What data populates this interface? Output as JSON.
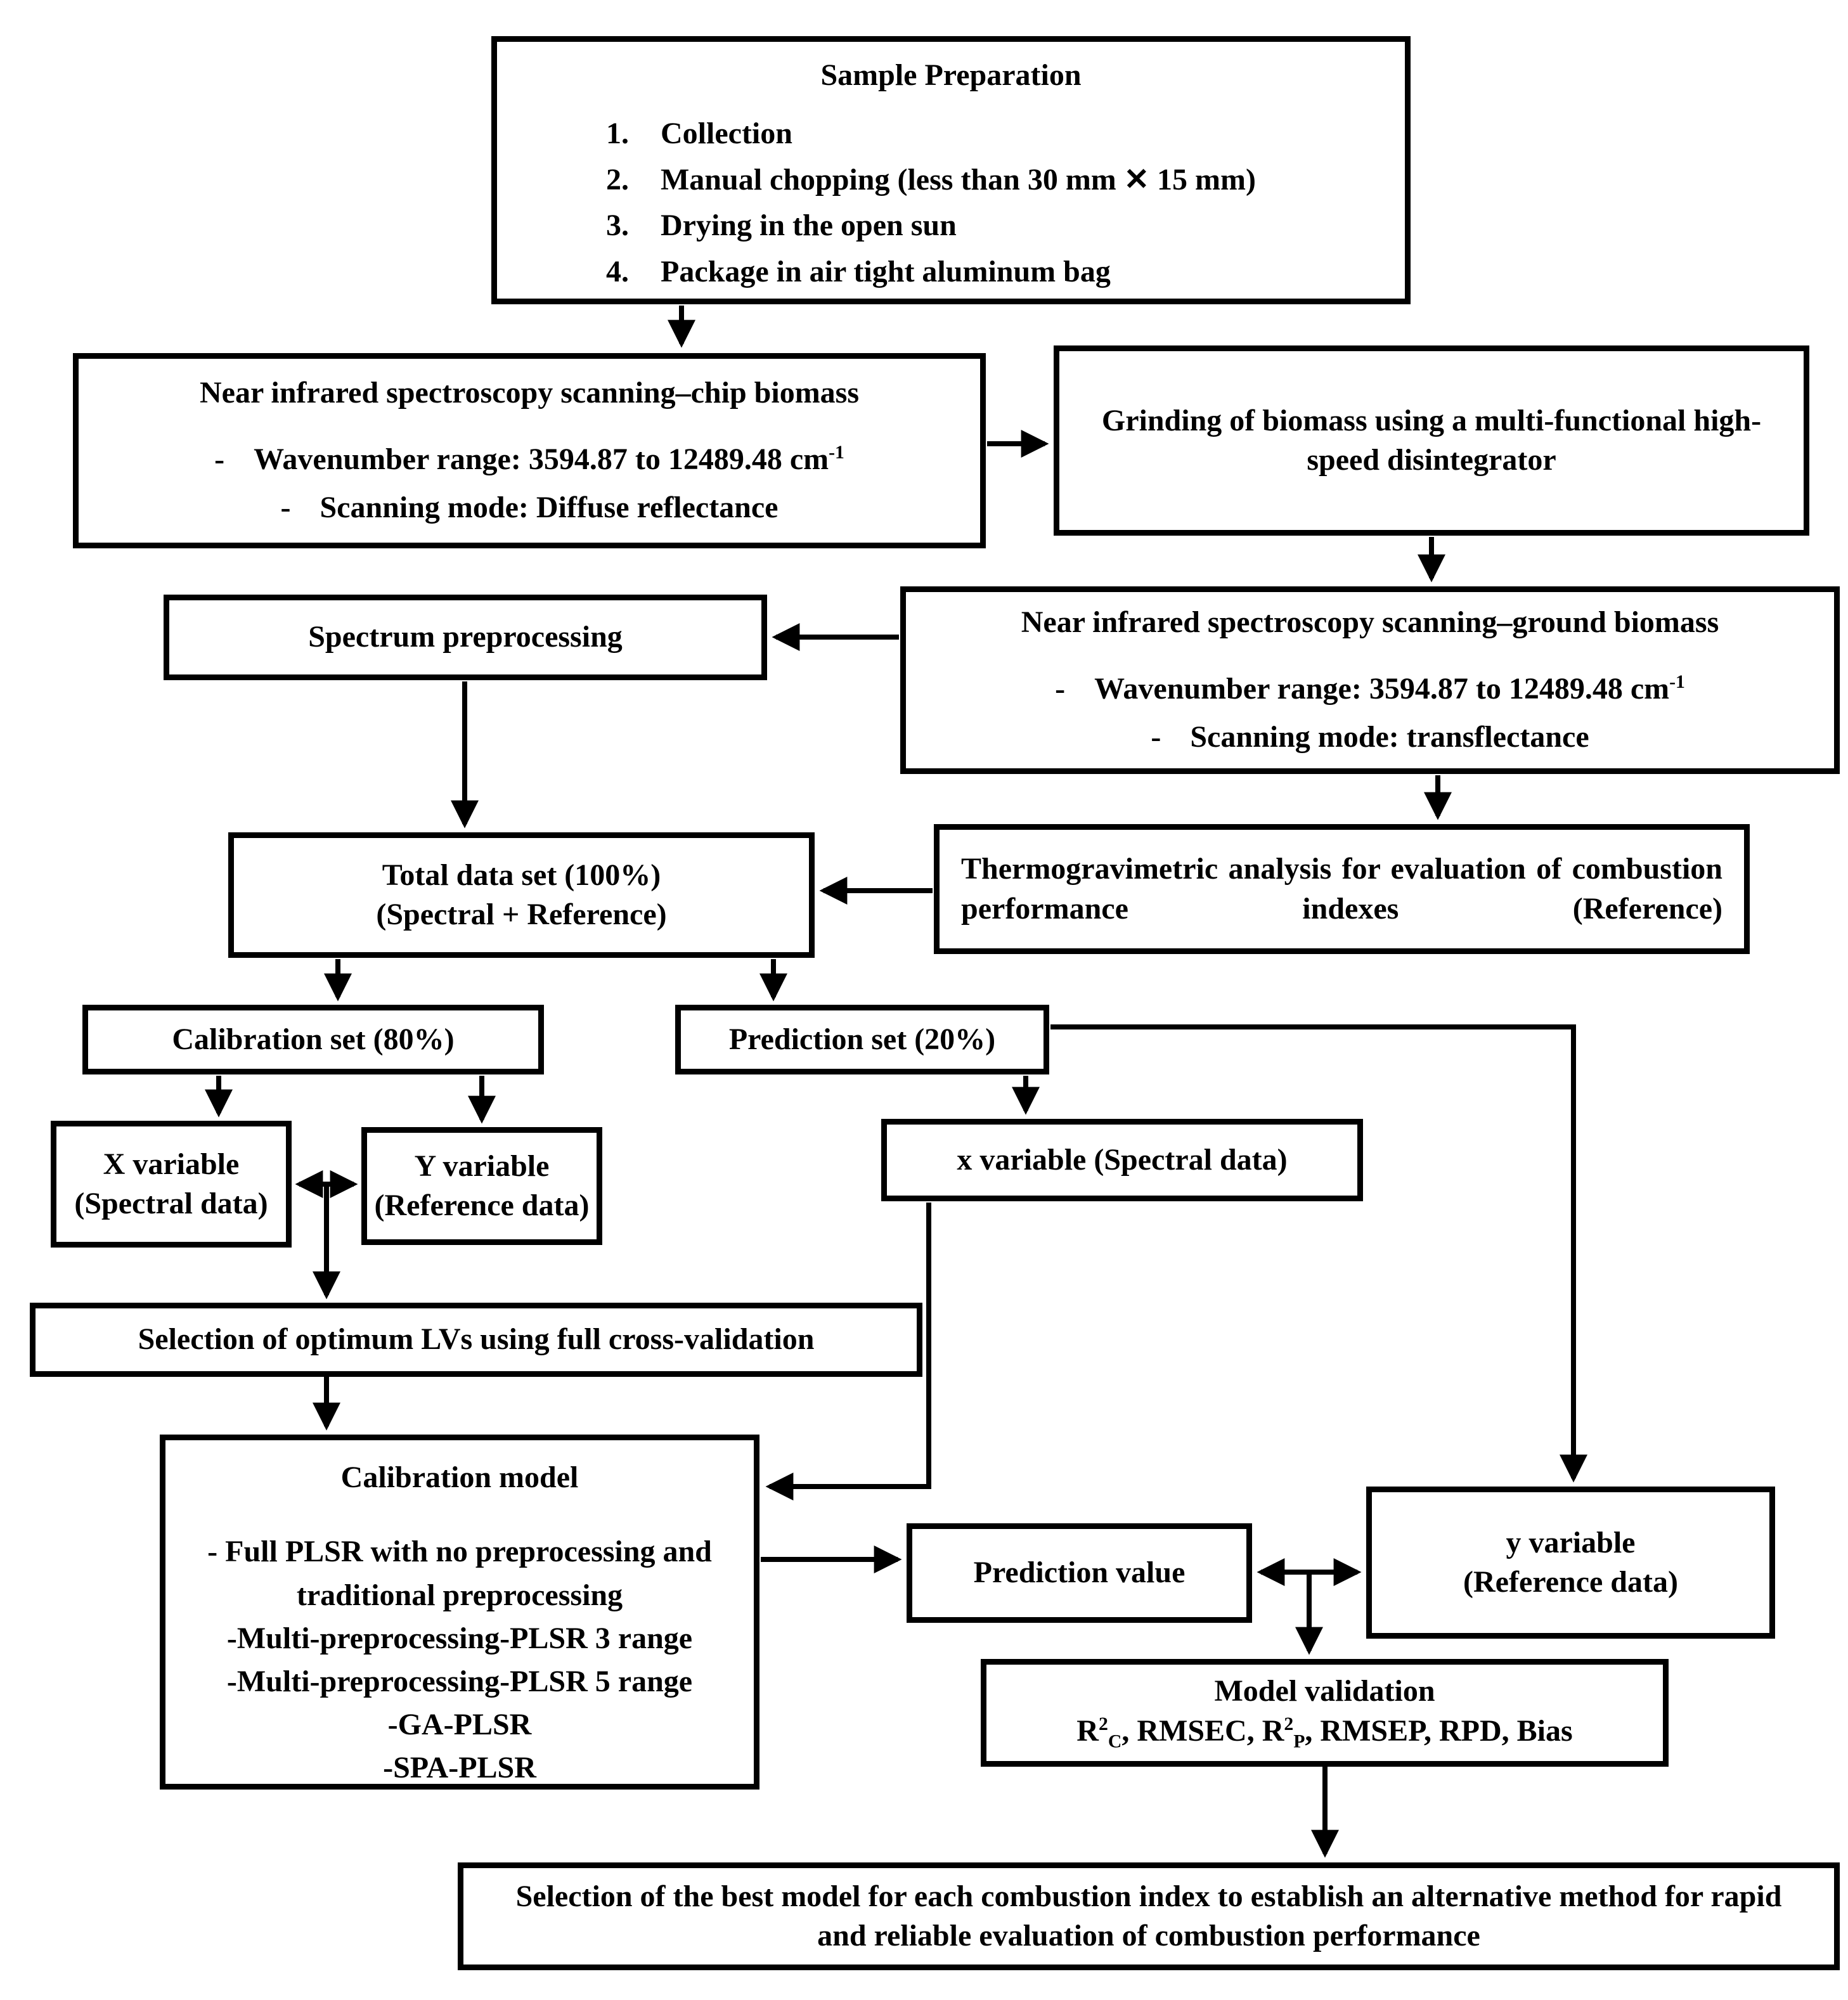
{
  "colors": {
    "ink": "#000000",
    "background": "#ffffff"
  },
  "flowchart": {
    "sample_prep": {
      "title": "Sample Preparation",
      "items": [
        {
          "num": "1.",
          "text": "Collection"
        },
        {
          "num": "2.",
          "text": "Manual chopping (less than 30 mm ✕ 15 mm)"
        },
        {
          "num": "3.",
          "text": "Drying in the open sun"
        },
        {
          "num": "4.",
          "text": "Package in air tight aluminum bag"
        }
      ]
    },
    "nir_chip": {
      "title": "Near infrared spectroscopy scanning–chip biomass",
      "bullets": [
        {
          "dash": "-",
          "text": "Wavenumber range: 3594.87 to 12489.48 cm",
          "sup": "-1"
        },
        {
          "dash": "-",
          "text": "Scanning mode: Diffuse reflectance"
        }
      ]
    },
    "grinding": {
      "text": "Grinding of biomass using a multi-functional high-speed disintegrator"
    },
    "spectrum_preprocessing": {
      "text": "Spectrum preprocessing"
    },
    "nir_ground": {
      "title": "Near infrared spectroscopy scanning–ground biomass",
      "bullets": [
        {
          "dash": "-",
          "text": "Wavenumber range: 3594.87 to 12489.48 cm",
          "sup": "-1"
        },
        {
          "dash": "-",
          "text": "Scanning mode: transflectance"
        }
      ]
    },
    "total_data": {
      "line1": "Total data set (100%)",
      "line2": "(Spectral + Reference)"
    },
    "thermo": {
      "text": "Thermogravimetric analysis for evaluation of combustion performance indexes (Reference)"
    },
    "calibration_set": {
      "text": "Calibration set (80%)"
    },
    "prediction_set": {
      "text": "Prediction set (20%)"
    },
    "x_variable": {
      "line1": "X variable",
      "line2": "(Spectral data)"
    },
    "y_variable": {
      "line1": "Y variable",
      "line2": "(Reference data)"
    },
    "x_variable_pred": {
      "text": "x variable (Spectral data)"
    },
    "lv_selection": {
      "text": "Selection of optimum LVs using full cross-validation"
    },
    "calibration_model": {
      "title": "Calibration model",
      "items": [
        "- Full PLSR with no preprocessing and traditional preprocessing",
        "-Multi-preprocessing-PLSR 3 range",
        "-Multi-preprocessing-PLSR 5 range",
        "-GA-PLSR",
        "-SPA-PLSR"
      ]
    },
    "prediction_value": {
      "text": "Prediction value"
    },
    "y_variable_pred": {
      "line1": "y variable",
      "line2": "(Reference data)"
    },
    "model_validation": {
      "title": "Model validation",
      "metrics": [
        {
          "t": "R"
        },
        {
          "t": "2"
        },
        {
          "t": "C"
        },
        {
          "t": ", RMSEC, R"
        },
        {
          "t": "2"
        },
        {
          "t": "P"
        },
        {
          "t": ", RMSEP, RPD, Bias"
        }
      ]
    },
    "final": {
      "text": "Selection of the best model for each combustion index to establish an alternative method for rapid and reliable evaluation of combustion performance"
    }
  }
}
